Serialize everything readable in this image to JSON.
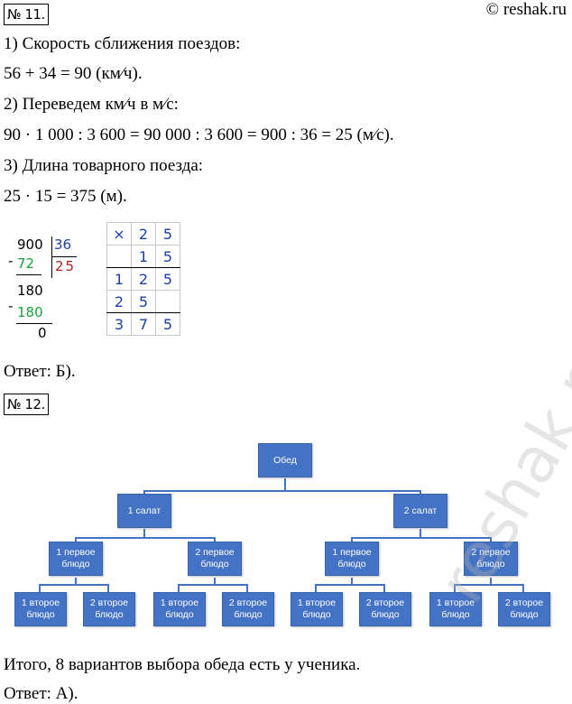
{
  "watermark": "© reshak.ru",
  "watermark_big": "reshak.ru",
  "p11": {
    "tag": "№ 11.",
    "s1_title": "1) Скорость сближения поездов:",
    "s1_calc": "56 + 34 = 90 (км⁄ч).",
    "s2_title": "2) Переведем  км⁄ч  в  м⁄с:",
    "s2_calc": "90 · 1 000  :  3 600 = 90 000  :  3 600 = 900  :  36 = 25 (м⁄с).",
    "s3_title": "3) Длина товарного поезда:",
    "s3_calc": "25 · 15 = 375 (м).",
    "division": {
      "dividend": "900",
      "divisor": "36",
      "sub1": "72",
      "quotient": "25",
      "rem1": "180",
      "sub2": "180",
      "rem2": "0",
      "minus": "-"
    },
    "mult": {
      "sign": "×",
      "row1": [
        "2",
        "5"
      ],
      "row2": [
        "1",
        "5"
      ],
      "row3": [
        "1",
        "2",
        "5"
      ],
      "row4": [
        "2",
        "5"
      ],
      "row5": [
        "3",
        "7",
        "5"
      ]
    },
    "answer": "Ответ: Б)."
  },
  "p12": {
    "tag": "№ 12.",
    "tree": {
      "root": "Обед",
      "salad1": "1 салат",
      "salad2": "2 салат",
      "first1": "1 первое блюдо",
      "first2": "2 первое блюдо",
      "second1": "1 второе блюдо",
      "second2": "2 второе блюдо"
    },
    "summary": "Итого, 8 вариантов выбора обеда есть у ученика.",
    "answer": "Ответ: А)."
  }
}
